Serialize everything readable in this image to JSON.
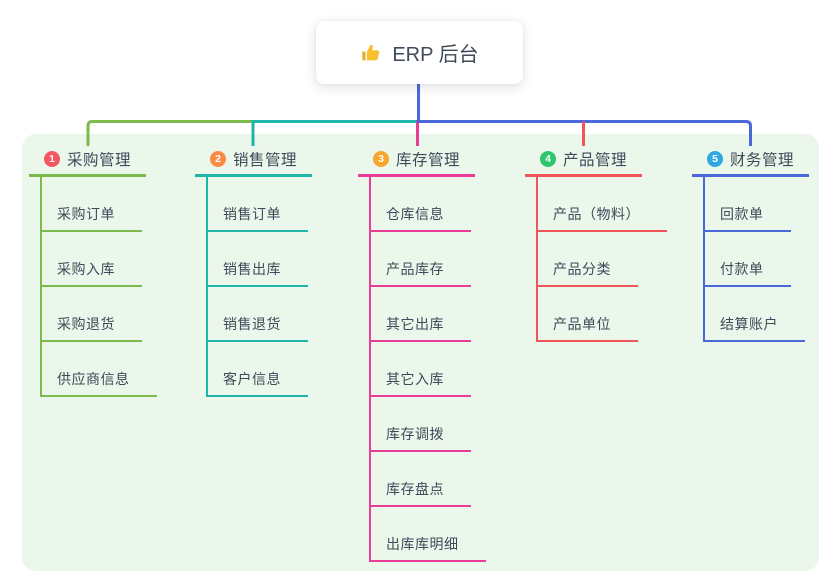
{
  "root": {
    "label": "ERP 后台",
    "icon": "thumbs-up-icon"
  },
  "colors": {
    "panel_background": "#ECF7EB",
    "card_background": "#FFFFFF",
    "text": "#3E4A59",
    "root_line": "#4A68DB",
    "thumb_yellow": "#F7C02E",
    "thumb_cuff": "#EFA922"
  },
  "branches": [
    {
      "index": "1",
      "label": "采购管理",
      "color": "#7CBA4E",
      "badge_color": "#F4565F",
      "children": [
        "采购订单",
        "采购入库",
        "采购退货",
        "供应商信息"
      ]
    },
    {
      "index": "2",
      "label": "销售管理",
      "color": "#1FB5A9",
      "badge_color": "#FB8A44",
      "children": [
        "销售订单",
        "销售出库",
        "销售退货",
        "客户信息"
      ]
    },
    {
      "index": "3",
      "label": "库存管理",
      "color": "#E93C96",
      "badge_color": "#F5A62B",
      "children": [
        "仓库信息",
        "产品库存",
        "其它出库",
        "其它入库",
        "库存调拨",
        "库存盘点",
        "出库库明细"
      ]
    },
    {
      "index": "4",
      "label": "产品管理",
      "color": "#F0555A",
      "badge_color": "#2EC56F",
      "children": [
        "产品（物料）",
        "产品分类",
        "产品单位"
      ]
    },
    {
      "index": "5",
      "label": "财务管理",
      "color": "#4A68DB",
      "badge_color": "#2FA7DF",
      "children": [
        "回款单",
        "付款单",
        "结算账户"
      ]
    }
  ]
}
